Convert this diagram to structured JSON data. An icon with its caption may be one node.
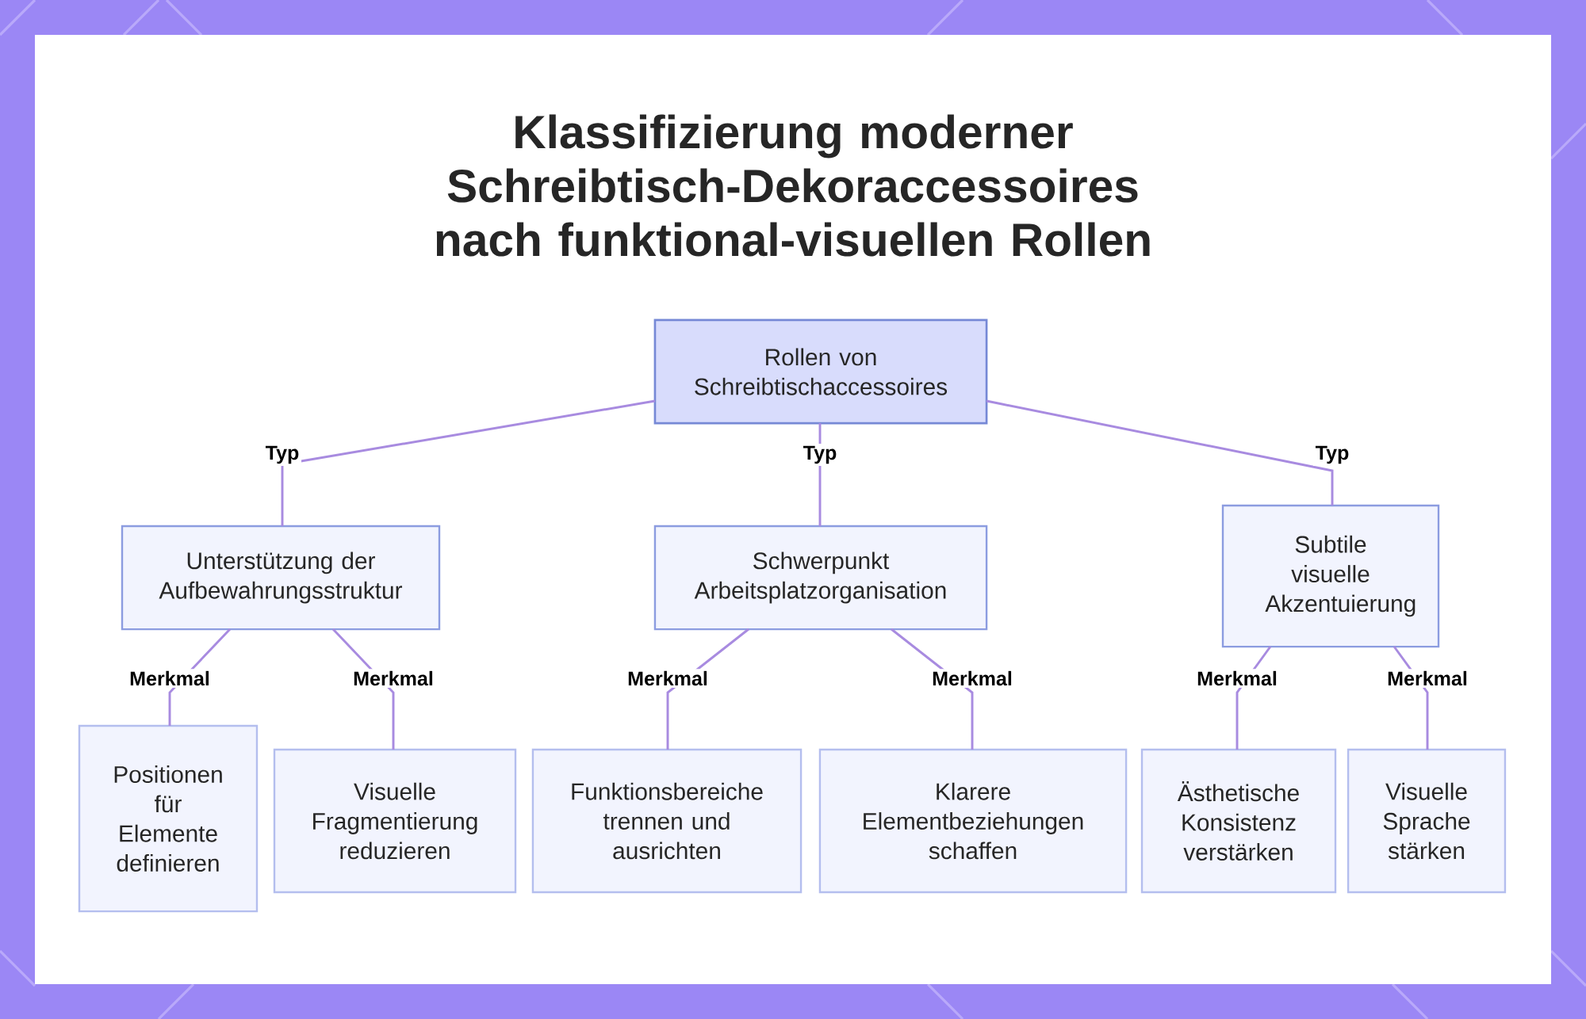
{
  "diagram": {
    "title": "Klassifizierung moderner Schreibtisch-Dekoraccessoires nach funktional-visuellen Rollen",
    "nodes": [
      {
        "text": [
          "Rollen von Schreibtischaccessoires"
        ]
      },
      {
        "text": [
          "Unterstützung der Aufbewahrungsstruktur"
        ]
      },
      {
        "text": [
          "Schwerpunkt Arbeitsplatzorganisation"
        ]
      },
      {
        "text": [
          "Subtile visuelle Akzentuierung"
        ]
      },
      {
        "text": [
          "Positionen für Elemente definieren"
        ]
      },
      {
        "text": [
          "Visuelle Fragmentierung reduzieren"
        ]
      },
      {
        "text": [
          "Funktionsbereiche trennen und ausrichten"
        ]
      },
      {
        "text": [
          "Klarere Elementbeziehungen schaffen"
        ]
      },
      {
        "text": [
          "Ästhetische Konsistenz verstärken"
        ]
      },
      {
        "text": [
          "Visuelle Sprache stärken"
        ]
      }
    ],
    "edges": [
      {
        "from": 0,
        "to": 1,
        "arrow": "none",
        "label": "Typ"
      },
      {
        "from": 0,
        "to": 2,
        "arrow": "none",
        "label": "Typ"
      },
      {
        "from": 0,
        "to": 3,
        "arrow": "none",
        "label": "Typ"
      },
      {
        "from": 1,
        "to": 4,
        "arrow": "none",
        "label": "Merkmal"
      },
      {
        "from": 1,
        "to": 5,
        "arrow": "none",
        "label": "Merkmal"
      },
      {
        "from": 2,
        "to": 6,
        "arrow": "none",
        "label": "Merkmal"
      },
      {
        "from": 2,
        "to": 7,
        "arrow": "none",
        "label": "Merkmal"
      },
      {
        "from": 3,
        "to": 8,
        "arrow": "none",
        "label": "Merkmal"
      },
      {
        "from": 3,
        "to": 9,
        "arrow": "none",
        "label": "Merkmal"
      }
    ]
  }
}
